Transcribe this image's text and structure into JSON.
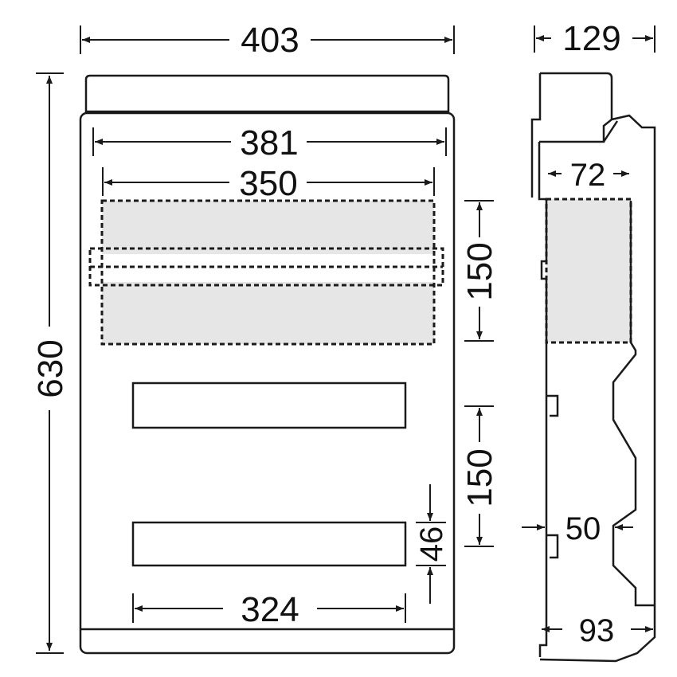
{
  "diagram": {
    "dimensions": {
      "overall_width": "403",
      "side_depth": "129",
      "inner_width": "381",
      "rail_width": "350",
      "rail_depth": "72",
      "overall_height": "630",
      "row_pitch_upper": "150",
      "row_pitch_lower": "150",
      "cutout_height": "46",
      "cutout_width": "324",
      "mounting_depth": "50",
      "base_depth": "93"
    },
    "colors": {
      "line": "#1a1a1a",
      "shade": "#e6e6e6",
      "background": "#ffffff"
    }
  }
}
